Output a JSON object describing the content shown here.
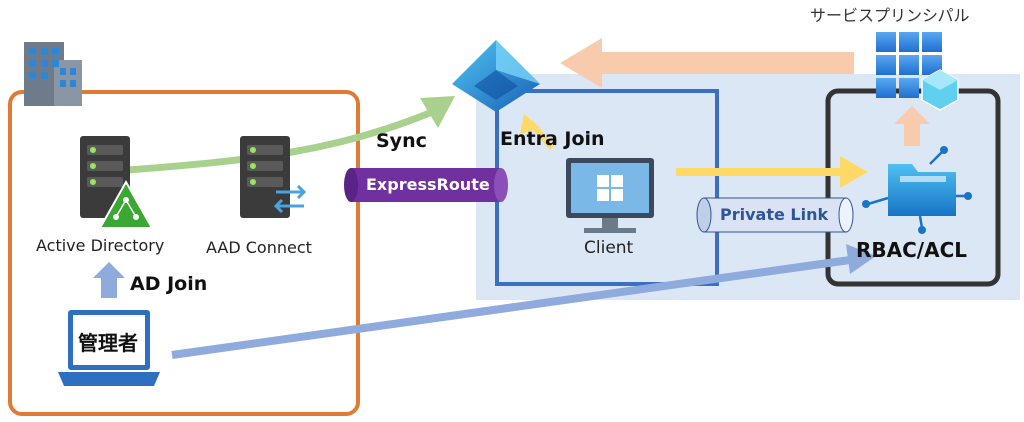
{
  "onprem": {
    "active_directory_label": "Active Directory",
    "aad_connect_label": "AAD Connect",
    "ad_join_label": "AD Join",
    "admin_label": "管理者"
  },
  "cloud": {
    "sync_label": "Sync",
    "expressroute_label": "ExpressRoute",
    "entra_join_label": "Entra Join",
    "client_label": "Client",
    "private_link_label": "Private Link",
    "rbac_acl_label": "RBAC/ACL",
    "service_principal_label": "サービスプリンシパル"
  },
  "colors": {
    "onprem_border": "#e07b36",
    "azure_bg": "#dce7f5",
    "client_box": "#3a6fc4",
    "storage_box": "#333333",
    "sync_arrow": "#a9d18e",
    "entra_arrow": "#ffd966",
    "private_arrow": "#ffd966",
    "sp_arrow": "#f8cbad",
    "admin_arrow": "#8faadc",
    "expressroute": "#7030a0",
    "private_link": "#dae3f3"
  },
  "icons": [
    "building-icon",
    "server-icon",
    "ad-triangle-icon",
    "sync-arrows-icon",
    "entra-id-icon",
    "windows-monitor-icon",
    "laptop-icon",
    "storage-folder-icon",
    "service-principal-icon"
  ]
}
